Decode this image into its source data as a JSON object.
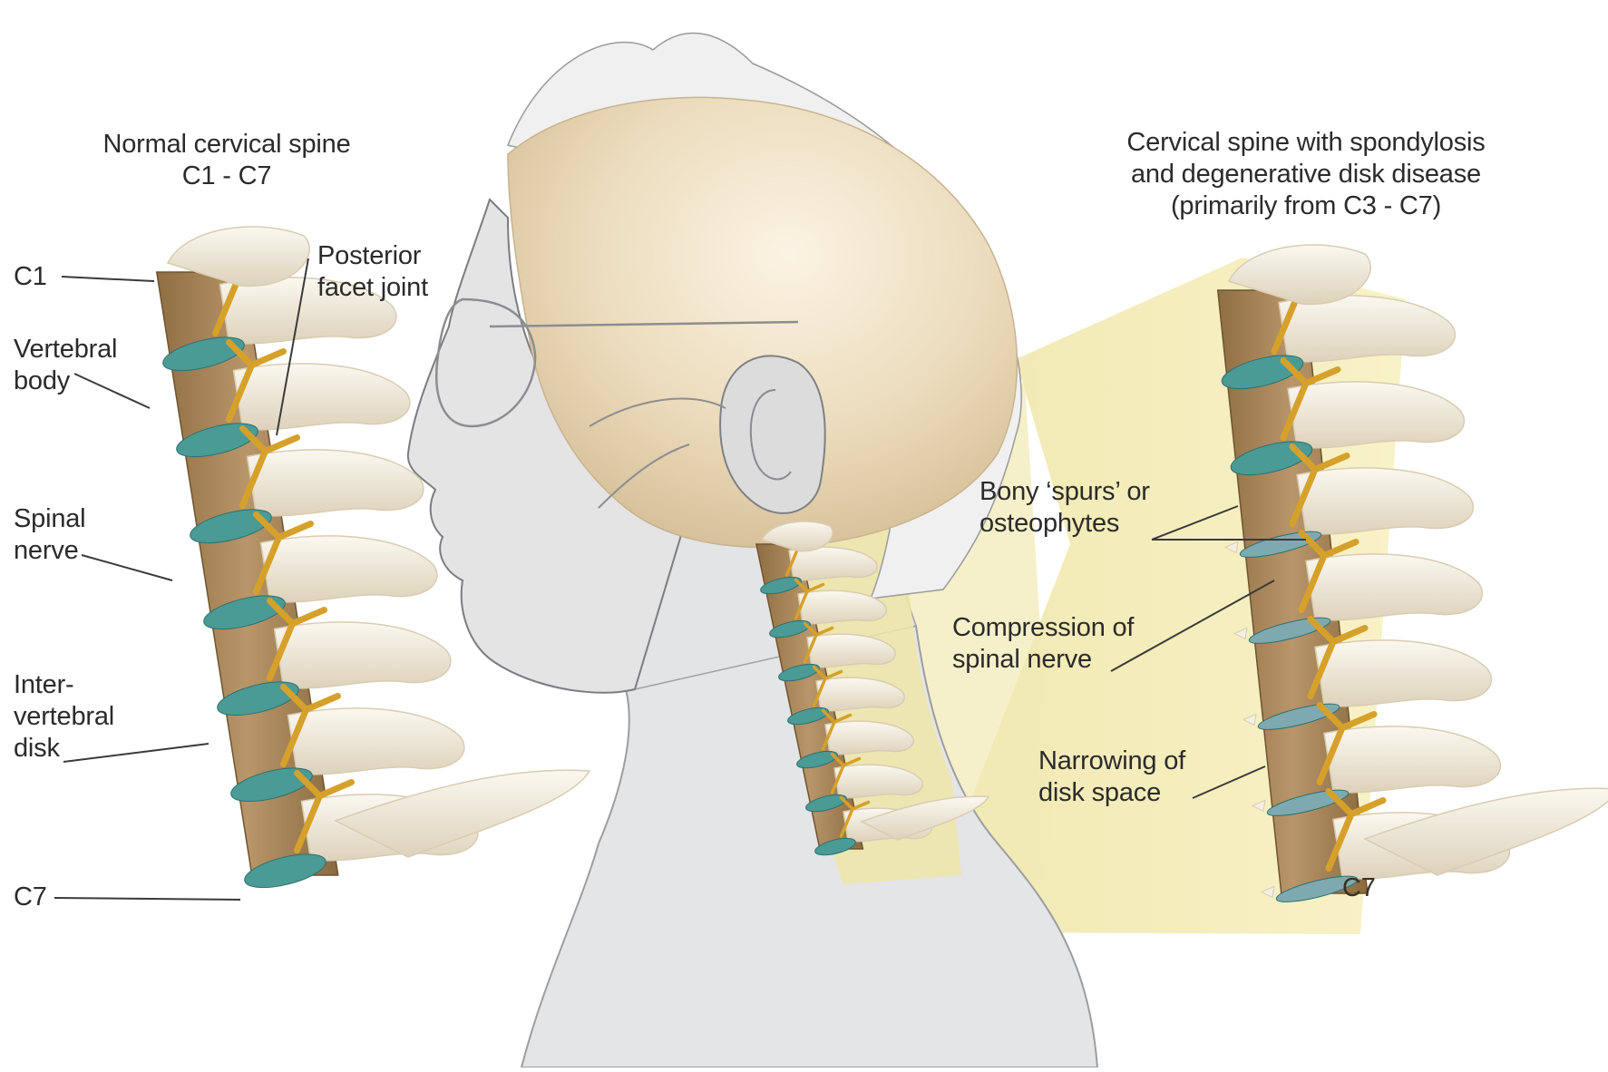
{
  "left_title": [
    "Normal cervical spine",
    "C1 - C7"
  ],
  "right_title": [
    "Cervical spine with spondylosis",
    "and degenerative disk disease",
    "(primarily from C3 - C7)"
  ],
  "left_labels": {
    "c1": "C1",
    "vertebral_body": [
      "Vertebral",
      "body"
    ],
    "spinal_nerve": [
      "Spinal",
      "nerve"
    ],
    "intervertebral_disk": [
      "Inter-",
      "vertebral",
      "disk"
    ],
    "c7": "C7",
    "facet_joint": [
      "Posterior",
      "facet joint"
    ]
  },
  "right_labels": {
    "bony_spurs": [
      "Bony ‘spurs’ or",
      "osteophytes"
    ],
    "compression": [
      "Compression of",
      "spinal nerve"
    ],
    "narrowing": [
      "Narrowing of",
      "disk space"
    ],
    "c7": "C7"
  },
  "colors": {
    "bone": "#f4efe4",
    "bone_shadow": "#d8ccb2",
    "body_brown": "#a8885a",
    "disk_healthy": "#4a9a96",
    "disk_degenerated": "#7fa9b0",
    "nerve": "#d6a12a",
    "skin_bald": "#e8d6b8",
    "figure_gray": "#e3e4e5",
    "zoom_panel": "#f6f0c2"
  }
}
